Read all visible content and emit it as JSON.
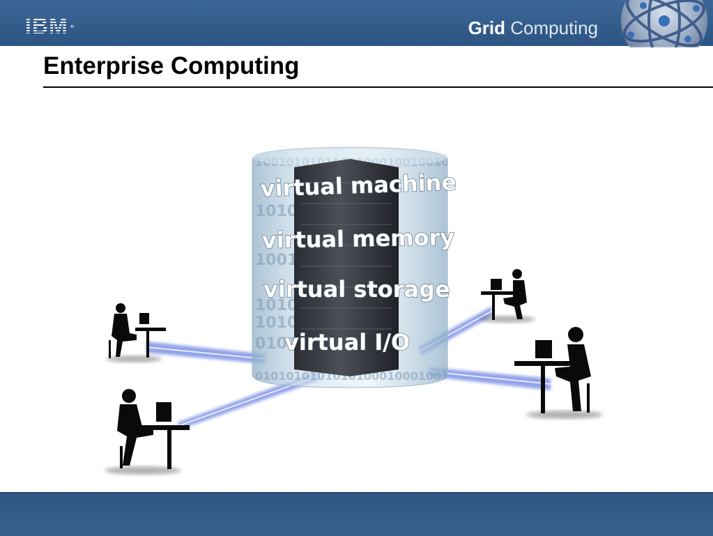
{
  "header": {
    "logo_text": "IBM",
    "brand_bold": "Grid",
    "brand_light": "Computing"
  },
  "page_title": "Enterprise Computing",
  "cylinder": {
    "labels": [
      "virtual machine",
      "virtual memory",
      "virtual storage",
      "virtual I/O"
    ]
  },
  "colors": {
    "header_blue": "#3a6494",
    "footer_blue": "#33598a",
    "beam_blue": "#6f86e0",
    "cylinder_glass": "#a9c4d9"
  }
}
